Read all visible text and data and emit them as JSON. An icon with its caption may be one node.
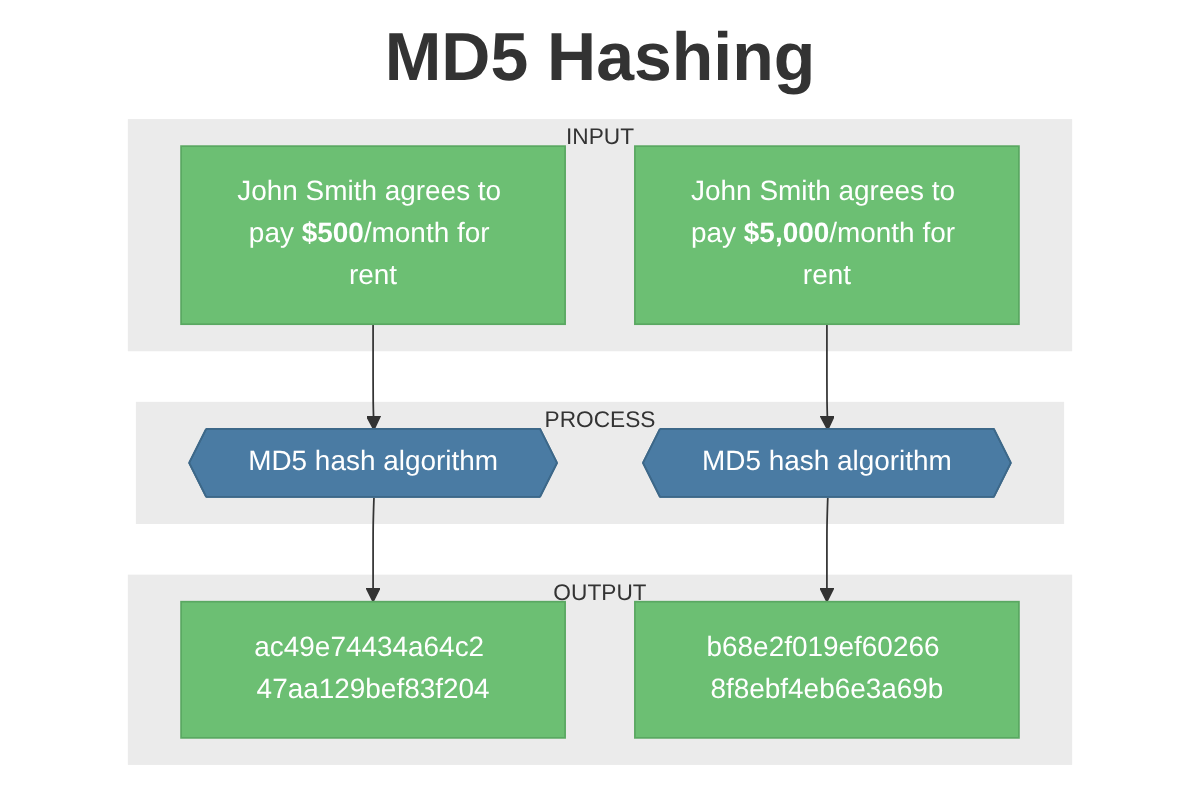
{
  "diagram": {
    "title": "MD5 Hashing",
    "nodes": [
      {
        "text": [
          "INPUT"
        ]
      },
      {
        "text": [
          "John Smith agrees to pay **$500**/month for rent"
        ],
        "in": 0
      },
      {
        "text": [
          "John Smith agrees to pay **$5,000**/month for rent"
        ],
        "in": 0
      },
      {
        "text": [
          "PROCESS"
        ]
      },
      {
        "text": [
          "MD5 hash algorithm"
        ],
        "in": 3
      },
      {
        "text": [
          "MD5 hash algorithm"
        ],
        "in": 3
      },
      {
        "text": [
          "OUTPUT"
        ]
      },
      {
        "text": [
          "ac49e74434a64c2 47aa129bef83f204"
        ],
        "in": 6
      },
      {
        "text": [
          "b68e2f019ef60266 8f8ebf4eb6e3a69b"
        ],
        "in": 6
      }
    ],
    "edges": [
      {
        "from": 1,
        "to": 4,
        "arrow": "to"
      },
      {
        "from": 2,
        "to": 5,
        "arrow": "to"
      },
      {
        "from": 4,
        "to": 7,
        "arrow": "to"
      },
      {
        "from": 5,
        "to": 8,
        "arrow": "to"
      }
    ]
  }
}
